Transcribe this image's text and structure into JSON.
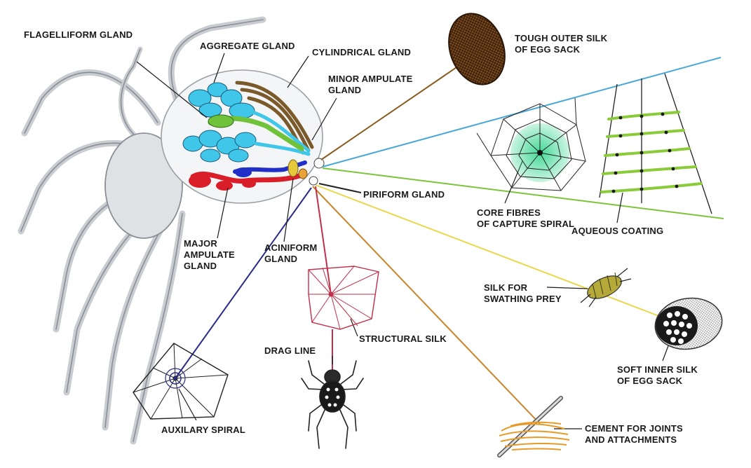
{
  "labels": {
    "flagelliform": [
      "FLAGELLIFORM GLAND"
    ],
    "aggregate": [
      "AGGREGATE GLAND"
    ],
    "cylindrical": [
      "CYLINDRICAL GLAND"
    ],
    "minor_ampullate": [
      "MINOR AMPULATE",
      "GLAND"
    ],
    "tough_outer": [
      "TOUGH OUTER SILK",
      "OF EGG SACK"
    ],
    "piriform": [
      "PIRIFORM GLAND"
    ],
    "core_fibres": [
      "CORE FIBRES",
      "OF CAPTURE SPIRAL"
    ],
    "aqueous": [
      "AQUEOUS COATING"
    ],
    "major_ampullate": [
      "MAJOR",
      "AMPULATE",
      "GLAND"
    ],
    "aciniform": [
      "ACINIFORM",
      "GLAND"
    ],
    "swathing": [
      "SILK FOR",
      "SWATHING PREY"
    ],
    "structural": [
      "STRUCTURAL SILK"
    ],
    "drag_line": [
      "DRAG LINE"
    ],
    "soft_inner": [
      "SOFT INNER SILK",
      "OF EGG SACK"
    ],
    "auxiliary": [
      "AUXILARY SPIRAL"
    ],
    "cement": [
      "CEMENT FOR JOINTS",
      "AND ATTACHMENTS"
    ]
  },
  "colors": {
    "aggregate_gland": "#3fc6e8",
    "flagelliform_gland": "#6fc23a",
    "cylindrical_gland": "#7a5a2a",
    "major_ampullate_gland": "#d91e2a",
    "minor_ampullate_gland": "#1f2fc8",
    "piriform_line": "#222222",
    "egg_sack_line": "#8a5a1e",
    "capture_line": "#4aa8d8",
    "core_fibre_line": "#7dc43b",
    "swathing_line": "#e8d84a",
    "structural_line": "#c0304a",
    "auxiliary_line": "#2a2a8a",
    "cement_line": "#c8852a"
  }
}
